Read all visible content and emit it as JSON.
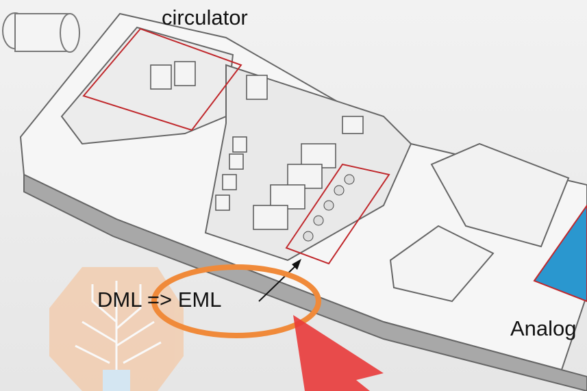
{
  "labels": {
    "circulator": "circulator",
    "dml_eml": "DML => EML",
    "analog": "Analog"
  },
  "colors": {
    "highlight_box": "#c0282c",
    "annotation_ellipse": "#f08a3a",
    "chip_blue": "#2a97cf",
    "cursor_red": "#e83a3a",
    "logo_orange": "#f3c9a8"
  }
}
